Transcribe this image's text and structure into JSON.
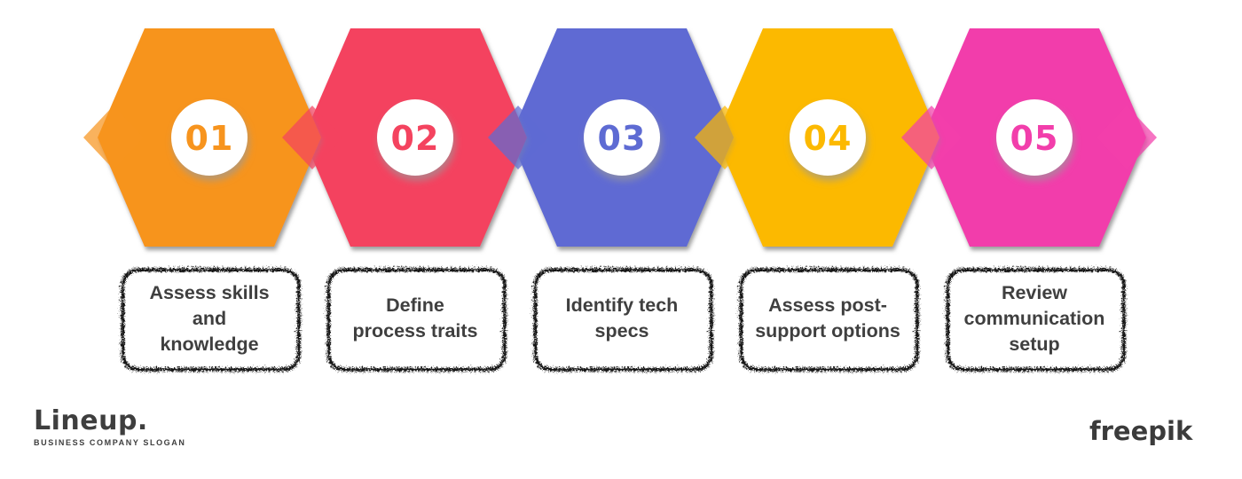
{
  "title": "5-step hexagon process infographic",
  "steps": [
    {
      "number": "01",
      "color": "#F7941E",
      "label": "Assess skills and knowledge",
      "lines": [
        "Assess skills",
        "and",
        "knowledge"
      ]
    },
    {
      "number": "02",
      "color": "#F4435F",
      "label": "Define process traits",
      "lines": [
        "Define",
        "process traits",
        ""
      ]
    },
    {
      "number": "03",
      "color": "#5E6BD3",
      "label": "Identify tech specs",
      "lines": [
        "Identify tech",
        "specs",
        ""
      ]
    },
    {
      "number": "04",
      "color": "#FCB900",
      "label": "Assess post-support options",
      "lines": [
        "Assess post-",
        "support options",
        ""
      ]
    },
    {
      "number": "05",
      "color": "#F23EAB",
      "label": "Review communication setup",
      "lines": [
        "Review",
        "communication",
        "setup"
      ]
    }
  ],
  "branding": {
    "logo_text": "Lineup.",
    "logo_tagline": "BUSINESS COMPANY SLOGAN",
    "watermark": "freepik"
  },
  "colors": {
    "background": "#FFFFFF",
    "card_fill": "#FFFFFF",
    "card_border": "#161616",
    "card_text": "#3F3F3F",
    "brand_text": "#3E3E3E",
    "circle_fill": "#FFFFFF",
    "shadow": "#8E8E8E"
  }
}
